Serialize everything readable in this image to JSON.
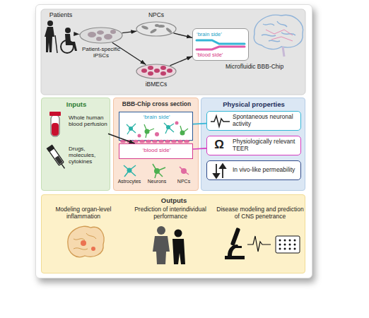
{
  "diagram": {
    "nodes": [
      {
        "text": [
          "Patients"
        ]
      },
      {
        "text": [
          "Patient-specific iPSCs"
        ]
      },
      {
        "text": [
          "NPCs"
        ]
      },
      {
        "text": [
          "iBMECs"
        ]
      },
      {
        "text": [
          "‘brain side’",
          "‘blood side’",
          "Microfluidic BBB-Chip"
        ]
      },
      {
        "text": [
          "Inputs"
        ]
      },
      {
        "text": [
          "Whole human blood perfusion"
        ],
        "in": 5
      },
      {
        "text": [
          "Drugs, molecules, cytokines"
        ],
        "in": 5
      },
      {
        "text": [
          "BBB-Chip cross section"
        ]
      },
      {
        "text": [
          "‘brain side’"
        ],
        "in": 8
      },
      {
        "text": [
          "‘blood side’"
        ],
        "in": 8
      },
      {
        "text": [
          "Physical properties"
        ]
      },
      {
        "text": [
          "Spontaneous neuronal activity"
        ],
        "in": 11
      },
      {
        "text": [
          "Physiologically relevant TEER"
        ],
        "in": 11
      },
      {
        "text": [
          "In vivo-like permeability"
        ],
        "in": 11
      },
      {
        "text": [
          "Outputs"
        ]
      }
    ],
    "edges": [
      {
        "from": 0,
        "to": 1,
        "arrow": "to"
      },
      {
        "from": 1,
        "to": 2,
        "arrow": "to"
      },
      {
        "from": 1,
        "to": 3,
        "arrow": "to"
      },
      {
        "from": 2,
        "to": 4,
        "arrow": "to"
      },
      {
        "from": 3,
        "to": 4,
        "arrow": "to"
      },
      {
        "from": 6,
        "to": 10,
        "arrow": "to"
      },
      {
        "from": 9,
        "to": 12,
        "arrow": "none"
      },
      {
        "from": 10,
        "to": 13,
        "arrow": "none"
      }
    ],
    "labels": [
      "Astrocytes",
      "Neurons",
      "NPCs",
      "Ω",
      "Modeling organ-level inflammation",
      "Prediction of interindividual performance",
      "Disease modeling and prediction of CNS penetrance"
    ]
  }
}
